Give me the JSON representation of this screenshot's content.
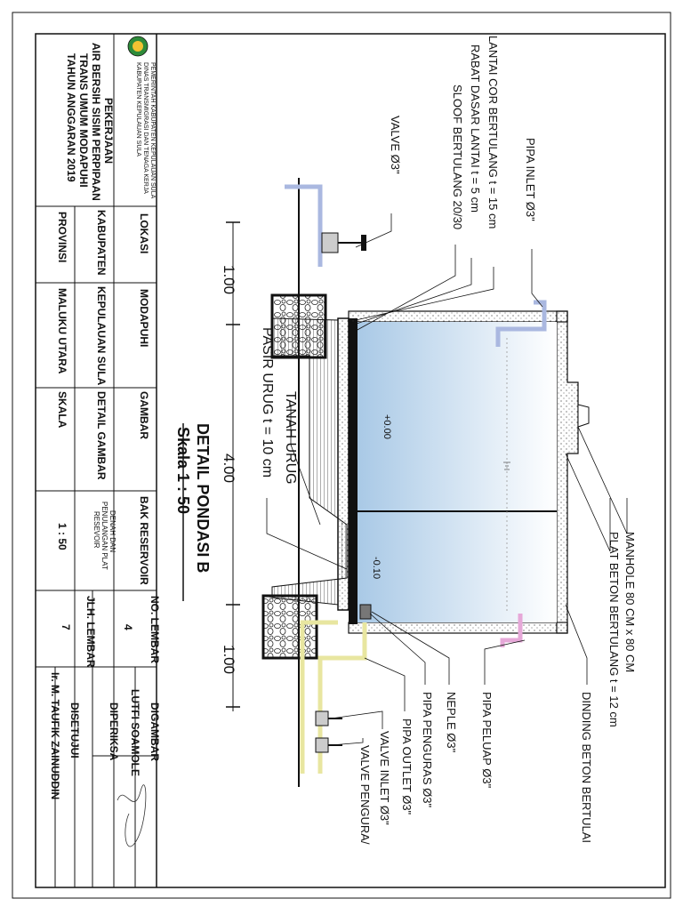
{
  "drawing": {
    "title": "DETAIL PONDASI B",
    "scale_text": "Skala 1 : 50",
    "dimensions": [
      "1.00",
      "4.00",
      "1.00"
    ],
    "elevations": [
      "+0.00",
      "-0.10"
    ],
    "labels": {
      "pipa_inlet": "PIPA INLET Ø3\"",
      "lantai_cor": "LANTAI COR BERTULANG t = 15 cm",
      "rabat": "RABAT DASAR LANTAI t = 5 cm",
      "sloof": "SLOOF BERTULANG 20/30",
      "valve": "VALVE Ø3\"",
      "manhole": "MANHOLE 80 CM x 80 CM",
      "plat_beton": "PLAT BETON BERTULANG t = 12 cm",
      "dinding": "DINDING BETON BERTULAI",
      "pipa_peluap": "PIPA PELUAP Ø3\"",
      "neple": "NEPLE Ø3\"",
      "pipa_penguras": "PIPA PENGURAS Ø3\"",
      "pipa_outlet": "PIPA OUTLET Ø3\"",
      "valve_inlet": "VALVE INLET Ø3\"",
      "valve_penguras": "VALVE PENGURA/",
      "tanah_urug": "TANAH URUG",
      "pasir_urug": "PASIR URUG t = 10 cm"
    }
  },
  "title_block": {
    "agency": [
      "PEMERINTAH KABUPATEN KEPULAUAN SULA",
      "DINAS TRANSMIGRASI DAN TENAGA KERJA",
      "KABUPATEN KEPULAUAN SULA"
    ],
    "project": [
      "PEKERJAAN",
      "AIR BERSIH SISIM PERPIPAAN",
      "TRANS UMUM MODAPUHI",
      "TAHUN ANGGARAN 2019"
    ],
    "lokasi_label": "LOKASI",
    "lokasi_value": "MODAPUHI",
    "kabupaten_label": "KABUPATEN",
    "kabupaten_value": "KEPULAUAN SULA",
    "provinsi_label": "PROVINSI",
    "provinsi_value": "MALUKU UTARA",
    "gambar_label": "GAMBAR",
    "gambar_value": "BAK RESERVOIR",
    "detail_label": "DETAIL GAMBAR",
    "detail_value": [
      "DENAH DAN",
      "PENULANGAN PLAT",
      "RESEVOIR"
    ],
    "skala_label": "SKALA",
    "skala_value": "1 : 50",
    "no_lembar_label": "NO. LEMBAR",
    "no_lembar_value": "4",
    "jlh_lembar_label": "JLH. LEMBAR",
    "jlh_lembar_value": "7",
    "digambar_label": "DIGAMBAR",
    "digambar_value": "LUTFI SOAMOLE",
    "diperiksa_label": "DIPERIKSA",
    "disetujui_label": "DISETUJUI",
    "disetujui_value": "Ir. M. TAUFIK ZAINUDDIN"
  },
  "colors": {
    "water_top": "#ffffff",
    "water_bottom": "#a9c9e6",
    "pipe_blue": "#aab8e0",
    "pipe_pink": "#e6a8d8",
    "pipe_yellow": "#e8e6a0",
    "line": "#111111"
  }
}
